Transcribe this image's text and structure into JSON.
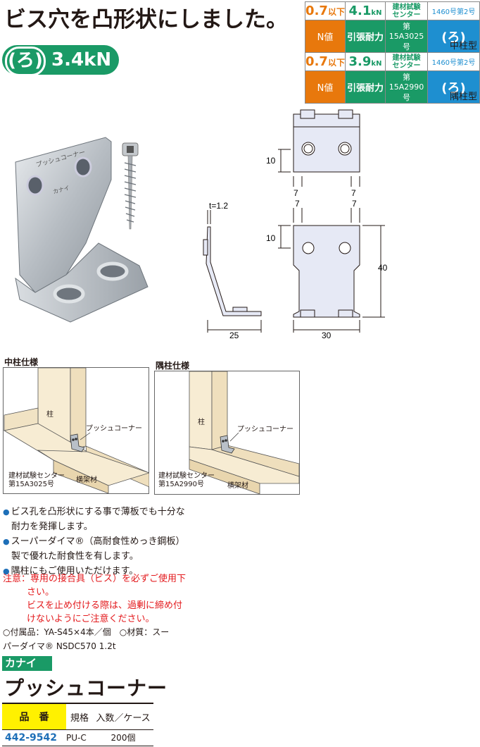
{
  "headline": "ビス穴を凸形状にしました。",
  "rating": {
    "grade": "(ろ)",
    "value": "3.4kN"
  },
  "spec_tables": [
    {
      "n_value": "0.7",
      "n_suffix": "以下",
      "force": "4.1",
      "force_unit": "kN",
      "org_line1": "建材試験",
      "org_line2": "センター",
      "std": "1460号第2号",
      "n_label": "N値",
      "force_label": "引張耐力",
      "cert": "第15A3025号",
      "grade": "(ろ)",
      "type": "中柱型"
    },
    {
      "n_value": "0.7",
      "n_suffix": "以下",
      "force": "3.9",
      "force_unit": "kN",
      "org_line1": "建材試験",
      "org_line2": "センター",
      "std": "1460号第2号",
      "n_label": "N値",
      "force_label": "引張耐力",
      "cert": "第15A2990号",
      "grade": "(ろ)",
      "type": "隅柱型"
    }
  ],
  "product_photo": {
    "bracket_text": "プッシュコーナー",
    "bracket_brand": "カナイ"
  },
  "drawing": {
    "d10a": "10",
    "d7a": "7",
    "d7b": "7",
    "d7c": "7",
    "d7d": "7",
    "d10b": "10",
    "d40": "40",
    "thickness": "t=1.2",
    "d25": "25",
    "d30": "30"
  },
  "panels": [
    {
      "title": "中柱仕様",
      "post": "柱",
      "product": "プッシュコーナー",
      "cert1": "建材試験センター",
      "cert2": "第15A3025号",
      "beam": "横架材"
    },
    {
      "title": "隅柱仕様",
      "post": "柱",
      "product": "プッシュコーナー",
      "cert1": "建材試験センター",
      "cert2": "第15A2990号",
      "beam": "横架材"
    }
  ],
  "features": {
    "bullet": "●",
    "f1a": "ビス孔を凸形状にする事で薄板でも十分な",
    "f1b": "耐力を発揮します。",
    "f2a": "スーパーダイマ®（高耐食性めっき鋼板）",
    "f2b": "製で優れた耐食性を有します。",
    "f3": "隅柱にもご使用いただけます。"
  },
  "caution": {
    "l1": "注意：専用の接合具（ビス）を必ずご使用下",
    "l2": "さい。",
    "l3": "ビスを止め付ける際は、過剰に締め付",
    "l4": "けないようにご注意ください。"
  },
  "accessories": {
    "l1": "○付属品：YA-S45×4本／個　○材質：スー",
    "l2": "パーダイマ® NSDC570 1.2t"
  },
  "brand": "カナイ",
  "product_name": "プッシュコーナー",
  "order_table": {
    "headers": [
      "品　番",
      "規格",
      "入数／ケース"
    ],
    "rows": [
      [
        "442-9542",
        "PU-C",
        "200個"
      ]
    ]
  },
  "colors": {
    "green": "#1a9a66",
    "orange": "#e8780c",
    "blue": "#1e8fd0",
    "yellow": "#fff100",
    "red": "#e3191c",
    "wood": "#f7ecd3"
  }
}
